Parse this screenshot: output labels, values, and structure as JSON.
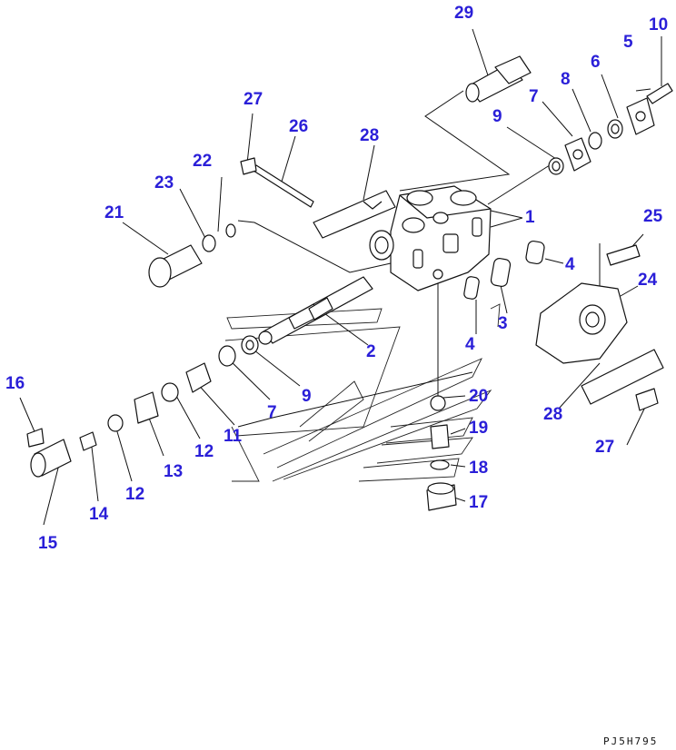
{
  "colors": {
    "label": "#2a1fd8",
    "line": "#111111",
    "background": "#ffffff"
  },
  "drawing_code": "PJ5H795",
  "callouts": {
    "c1": "1",
    "c2": "2",
    "c3": "3",
    "c4a": "4",
    "c4b": "4",
    "c5": "5",
    "c6": "6",
    "c7a": "7",
    "c7b": "7",
    "c8": "8",
    "c9a": "9",
    "c9b": "9",
    "c10": "10",
    "c11": "11",
    "c12a": "12",
    "c12b": "12",
    "c13": "13",
    "c14": "14",
    "c15": "15",
    "c16": "16",
    "c17": "17",
    "c18": "18",
    "c19": "19",
    "c20": "20",
    "c21": "21",
    "c22": "22",
    "c23": "23",
    "c24": "24",
    "c25": "25",
    "c26": "26",
    "c27a": "27",
    "c27b": "27",
    "c28a": "28",
    "c28b": "28",
    "c29": "29"
  }
}
